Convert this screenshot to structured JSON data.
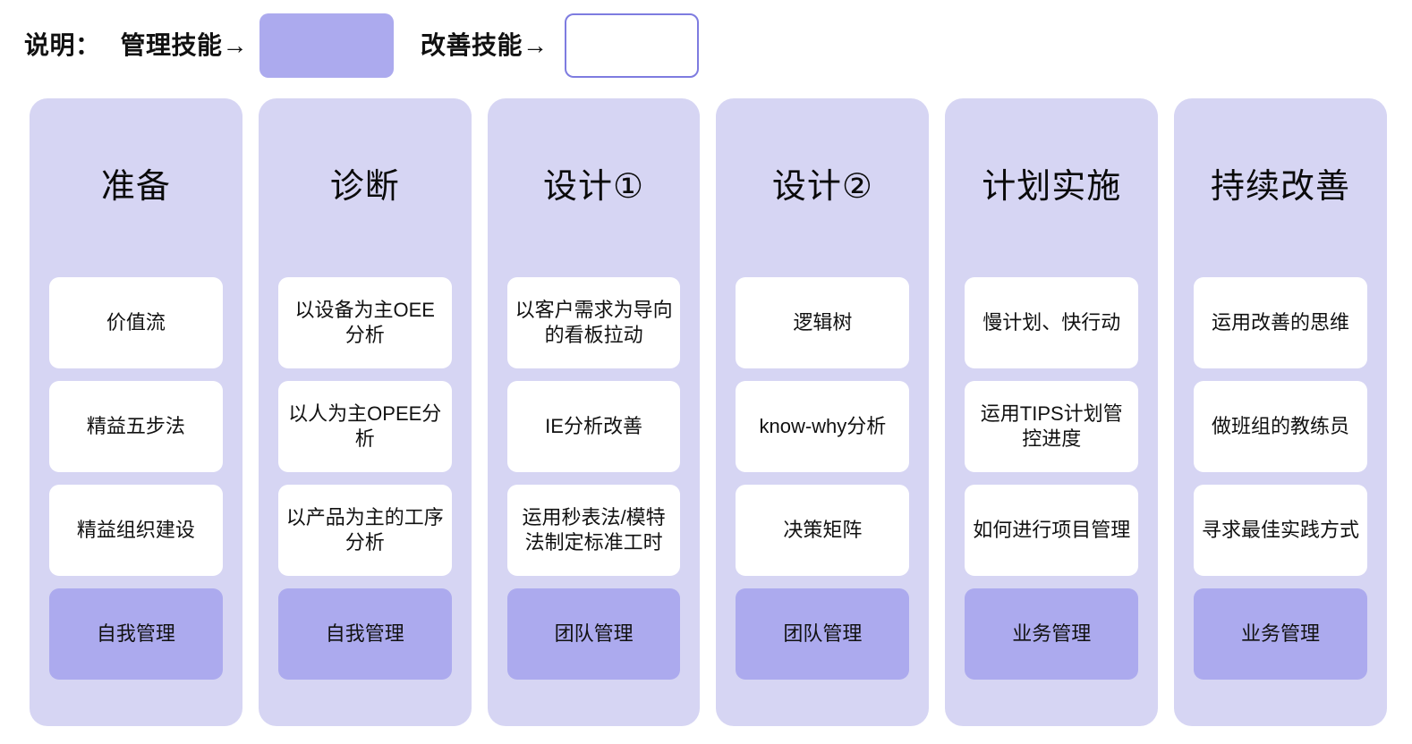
{
  "legend": {
    "caption": "说明：",
    "management_label": "管理技能→",
    "management_swatch_color": "#ACAAEE",
    "improvement_label": "改善技能→",
    "improvement_swatch_color": "#FFFFFF",
    "improvement_swatch_border_color": "#7E7CE0"
  },
  "theme": {
    "column_background": "#D6D5F3",
    "card_background": "#FFFFFF",
    "accent_card_background": "#ACAAEE",
    "page_background": "#FFFFFF",
    "text_color": "#111111"
  },
  "columns": [
    {
      "title": "准备",
      "cards": [
        {
          "label": "价值流",
          "kind": "improvement"
        },
        {
          "label": "精益五步法",
          "kind": "improvement"
        },
        {
          "label": "精益组织建设",
          "kind": "improvement"
        }
      ],
      "footer": {
        "label": "自我管理",
        "kind": "management"
      }
    },
    {
      "title": "诊断",
      "cards": [
        {
          "label": "以设备为主OEE分析",
          "kind": "improvement"
        },
        {
          "label": "以人为主OPEE分析",
          "kind": "improvement"
        },
        {
          "label": "以产品为主的工序分析",
          "kind": "improvement"
        }
      ],
      "footer": {
        "label": "自我管理",
        "kind": "management"
      }
    },
    {
      "title": "设计①",
      "cards": [
        {
          "label": "以客户需求为导向的看板拉动",
          "kind": "improvement"
        },
        {
          "label": "IE分析改善",
          "kind": "improvement"
        },
        {
          "label": "运用秒表法/模特法制定标准工时",
          "kind": "improvement"
        }
      ],
      "footer": {
        "label": "团队管理",
        "kind": "management"
      }
    },
    {
      "title": "设计②",
      "cards": [
        {
          "label": "逻辑树",
          "kind": "improvement"
        },
        {
          "label": "know-why分析",
          "kind": "improvement"
        },
        {
          "label": "决策矩阵",
          "kind": "improvement"
        }
      ],
      "footer": {
        "label": "团队管理",
        "kind": "management"
      }
    },
    {
      "title": "计划实施",
      "cards": [
        {
          "label": "慢计划、快行动",
          "kind": "improvement"
        },
        {
          "label": "运用TIPS计划管控进度",
          "kind": "improvement"
        },
        {
          "label": "如何进行项目管理",
          "kind": "improvement"
        }
      ],
      "footer": {
        "label": "业务管理",
        "kind": "management"
      }
    },
    {
      "title": "持续改善",
      "cards": [
        {
          "label": "运用改善的思维",
          "kind": "improvement"
        },
        {
          "label": "做班组的教练员",
          "kind": "improvement"
        },
        {
          "label": "寻求最佳实践方式",
          "kind": "improvement"
        }
      ],
      "footer": {
        "label": "业务管理",
        "kind": "management"
      }
    }
  ]
}
